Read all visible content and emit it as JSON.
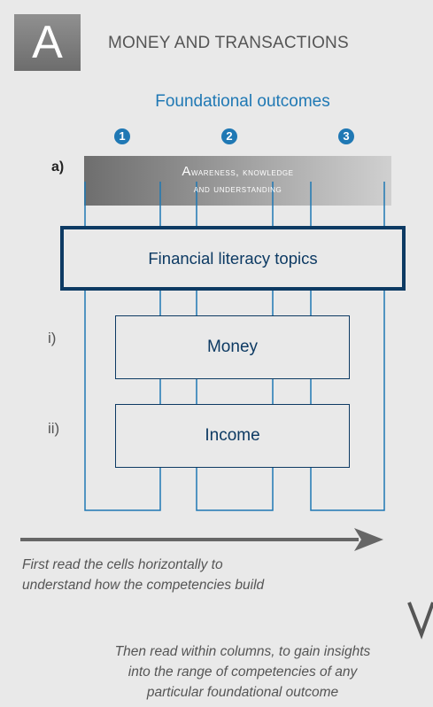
{
  "header": {
    "badge_letter": "A",
    "title": "MONEY AND TRANSACTIONS"
  },
  "diagram": {
    "outcomes_heading": "Foundational outcomes",
    "outcome_numbers": [
      "1",
      "2",
      "3"
    ],
    "row_a_label": "a)",
    "awareness_cap1": "A",
    "awareness_line1_rest": "wareness, knowledge",
    "awareness_line2": "and understanding",
    "topics_label": "Financial literacy topics",
    "topic_rows": [
      {
        "label": "i)",
        "name": "Money"
      },
      {
        "label": "ii)",
        "name": "Income"
      }
    ]
  },
  "instructions": {
    "horizontal_lines": [
      "First read the cells horizontally to",
      "understand how the competencies build"
    ],
    "columns_lines": [
      "Then read within columns, to gain insights",
      "into the range of competencies of any",
      "particular foundational outcome"
    ]
  },
  "colors": {
    "background": "#e9e9e9",
    "blue_accent": "#1f78b4",
    "dark_navy": "#0d3a63",
    "gray_text": "#555555"
  }
}
